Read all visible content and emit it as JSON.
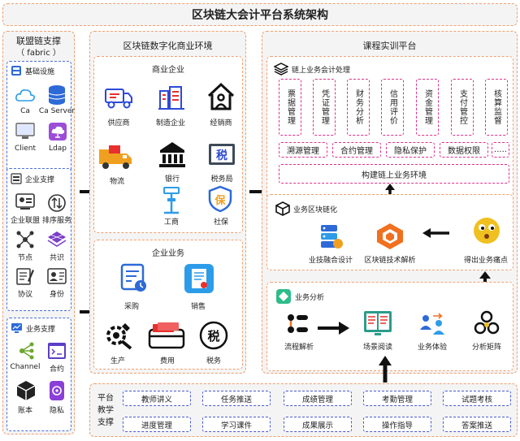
{
  "title": "区块链大会计平台系统架构",
  "left": {
    "title": "联盟链支撑",
    "subtitle": "（ fabric ）",
    "infra": {
      "header": "基础设施",
      "items": [
        "Ca",
        "Ca Server",
        "Client",
        "Ldap"
      ]
    },
    "enterprise": {
      "header": "企业支撑",
      "items": [
        "企业联盟",
        "排序服务",
        "节点",
        "共识",
        "协议",
        "身份"
      ]
    },
    "business": {
      "header": "业务支撑",
      "items": [
        "Channel",
        "合约",
        "账本",
        "隐私"
      ]
    }
  },
  "middle": {
    "title": "区块链数字化商业环境",
    "commerce": {
      "header": "商业企业",
      "items": [
        "供应商",
        "制造企业",
        "经销商",
        "物流",
        "银行",
        "税务局",
        "工商",
        "社保"
      ]
    },
    "biz": {
      "header": "企业业务",
      "items": [
        "采购",
        "销售",
        "生产",
        "费用",
        "税务"
      ]
    }
  },
  "right": {
    "title": "课程实训平台",
    "chain": {
      "header": "链上业务会计处理",
      "vertical": [
        "票据管理",
        "凭证管理",
        "财务分析",
        "信用评价",
        "资金管理",
        "支付管控",
        "核算监督"
      ],
      "row": [
        "溯源管理",
        "合约管理",
        "隐私保护",
        "数据权限",
        "....."
      ],
      "env": "构建链上业务环境"
    },
    "blockchain": {
      "header": "业务区块链化",
      "items": [
        "业技融合设计",
        "区块链技术解析",
        "得出业务痛点"
      ]
    },
    "analysis": {
      "header": "业务分析",
      "items": [
        "流程解析",
        "场景阅读",
        "业务体验",
        "分析矩阵"
      ]
    }
  },
  "bottom": {
    "label": "平台教学支撑",
    "row1": [
      "教师讲义",
      "任务推送",
      "成绩管理",
      "考勤管理",
      "试题考核"
    ],
    "row2": [
      "进度管理",
      "学习课件",
      "成果展示",
      "操作指导",
      "答案推送"
    ]
  }
}
